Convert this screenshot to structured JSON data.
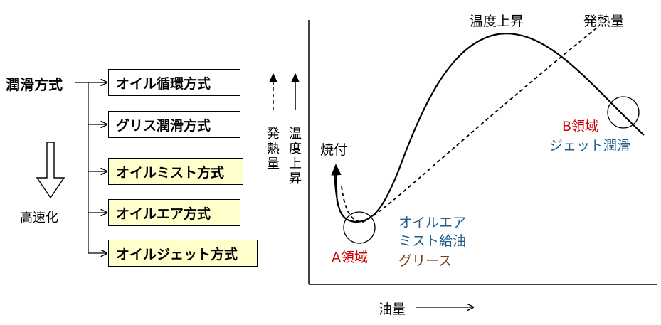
{
  "tree": {
    "root": "潤滑方式",
    "methods": [
      {
        "label": "オイル循環方式",
        "highlight": false
      },
      {
        "label": "グリス潤滑方式",
        "highlight": false
      },
      {
        "label": "オイルミスト方式",
        "highlight": true
      },
      {
        "label": "オイルエア方式",
        "highlight": true
      },
      {
        "label": "オイルジェット方式",
        "highlight": true
      }
    ],
    "trend_label": "高速化",
    "highlight_color": "#ffffcc"
  },
  "chart": {
    "y_label_heat": "発熱量",
    "y_label_temp": "温度上昇",
    "x_label": "油量",
    "curve_temp_label": "温度上昇",
    "curve_heat_label": "発熱量",
    "seizure_label": "焼付",
    "region_a": "A領域",
    "region_a_methods": [
      "オイルエア",
      "ミスト給油",
      "グリース"
    ],
    "region_b": "B領域",
    "region_b_method": "ジェット潤滑",
    "colors": {
      "region_label": "#cc0000",
      "method_blue": "#1f5f8f",
      "method_brown": "#7a3b14"
    }
  }
}
